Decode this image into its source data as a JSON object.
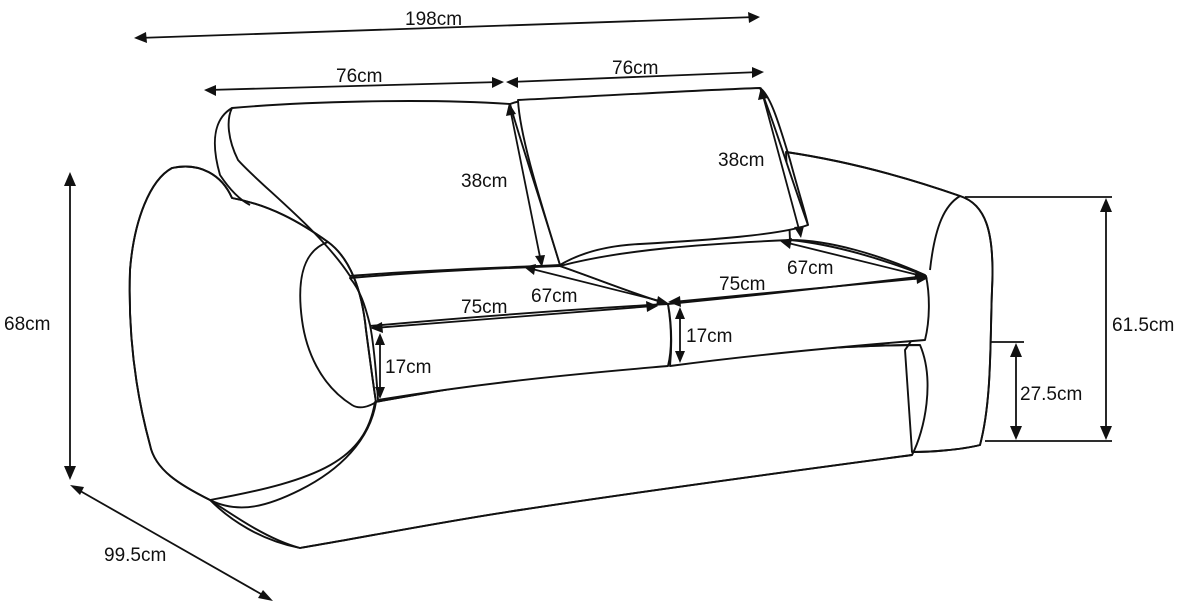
{
  "diagram": {
    "colors": {
      "line": "#111111",
      "background": "#ffffff"
    },
    "dimensions": {
      "overall_width": "198cm",
      "cushion_width_left": "76cm",
      "cushion_width_right": "76cm",
      "back_height_left": "38cm",
      "back_height_right": "38cm",
      "seat_depth_left": "67cm",
      "seat_depth_right": "67cm",
      "seat_width_left": "75cm",
      "seat_width_right": "75cm",
      "seat_thickness_left": "17cm",
      "seat_thickness_right": "17cm",
      "total_height": "68cm",
      "arm_height": "61.5cm",
      "seat_height": "27.5cm",
      "overall_depth": "99.5cm"
    }
  }
}
